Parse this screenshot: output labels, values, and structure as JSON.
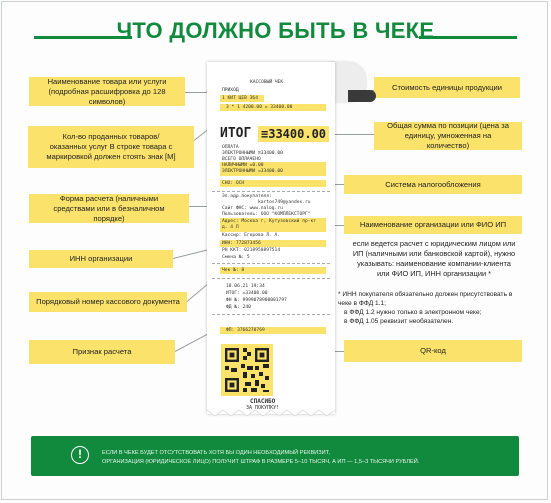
{
  "title": "ЧТО ДОЛЖНО БЫТЬ В ЧЕКЕ",
  "colors": {
    "accent_green": "#118a3d",
    "label_yellow": "#fbe36b",
    "connector": "#9aa09c"
  },
  "left_labels": [
    {
      "id": "item-name",
      "text": "Наименование товара или услуги (подробная расшифровка до 128 символов)"
    },
    {
      "id": "quantity",
      "text": "Кол-во проданных товаров/оказанных услуг В строке товара с маркировкой должен стоять знак [М]"
    },
    {
      "id": "payment-form",
      "text": "Форма расчета (наличными средствами или в безналичном порядке)"
    },
    {
      "id": "org-inn",
      "text": "ИНН организации"
    },
    {
      "id": "doc-number",
      "text": "Порядковый номер кассового документа"
    },
    {
      "id": "calc-sign",
      "text": "Признак расчета"
    }
  ],
  "right_labels": [
    {
      "id": "unit-cost",
      "text": "Стоимость единицы продукции"
    },
    {
      "id": "total-sum",
      "text": "Общая сумма по позиции (цена за единицу, умноженная на количество)"
    },
    {
      "id": "tax-system",
      "text": "Система налогообложения"
    },
    {
      "id": "org-name",
      "text": "Наименование организации или ФИО ИП"
    },
    {
      "id": "qr-code",
      "text": "QR-код"
    }
  ],
  "side_text": "если ведется расчет с юридическим лицом или ИП (наличными или банковской картой), нужно указывать: наименование компании-клиента или ФИО ИП, ИНН организации *",
  "note": {
    "line1": "* ИНН покупателя обязательно должен присутствовать в чеке в ФФД 1.1;",
    "line2": "в ФФД 1.2 нужно только в электронном чеке;",
    "line3": "в ФФД 1.05 реквизит необязателен."
  },
  "receipt": {
    "header": "КАССОВЫЙ ЧЕК",
    "type": "ПРИХОД",
    "item": "1 КИТ ЦЕВ 3б4",
    "item_calc": "3 * 1 4200.00 = 33400.00",
    "total_label": "ИТОГ",
    "total_value": "≡33400.00",
    "payment_label": "ОПЛАТА",
    "payment_line": "ЭЛЕКТРОННЫМИ ≡33400.00",
    "vat_line1": "ВСЕГО ОПЛАЧЕНО",
    "vat_line2": "НАЛИЧНЫМИ =0.00",
    "vat_line3": "ЭЛЕКТРОННЫМИ =33400.00",
    "sno": "СНО: ОСН",
    "email": "Эл.адр.покупателя:",
    "email_val": "kartos749@yandex.ru",
    "site": "Сайт ФНС:  www.nalog.ru",
    "user": "Пользователь: ООО \"КОМПЛЕКСТОРГ\"",
    "address": "Адрес: Москва г, Кутузовский пр-кт",
    "address2": "д. 4 П",
    "cashier": "Кассир: Егорова Л. А.",
    "inn": "ИНН:  772873456",
    "rn": "РН ККТ:  0218958897514",
    "smena": "Смена №:  5",
    "chek": "Чек №:  8",
    "datetime": "18.06.21 19:34",
    "itog2": "ИТОГ:  =33400.00",
    "fn": "ФН №:  9999078900001797",
    "fd": "ФД №:  240",
    "fp": "ФП:  3766270769",
    "thanks1": "СПАСИБО",
    "thanks2": "ЗА ПОКУПКУ!"
  },
  "footer": {
    "line1": "ЕСЛИ В ЧЕКЕ БУДЕТ ОТСУТСТВОВАТЬ ХОТЯ БЫ ОДИН НЕОБХОДИМЫЙ РЕКВИЗИТ,",
    "line2": "ОРГАНИЗАЦИЯ (ЮРИДИЧЕСКОЕ ЛИЦО) ПОЛУЧИТ ШТРАФ В РАЗМЕРЕ 5–10 ТЫСЯЧ, А ИП — 1,5–3 ТЫСЯЧИ РУБЛЕЙ.",
    "icon": "exclamation-icon"
  }
}
